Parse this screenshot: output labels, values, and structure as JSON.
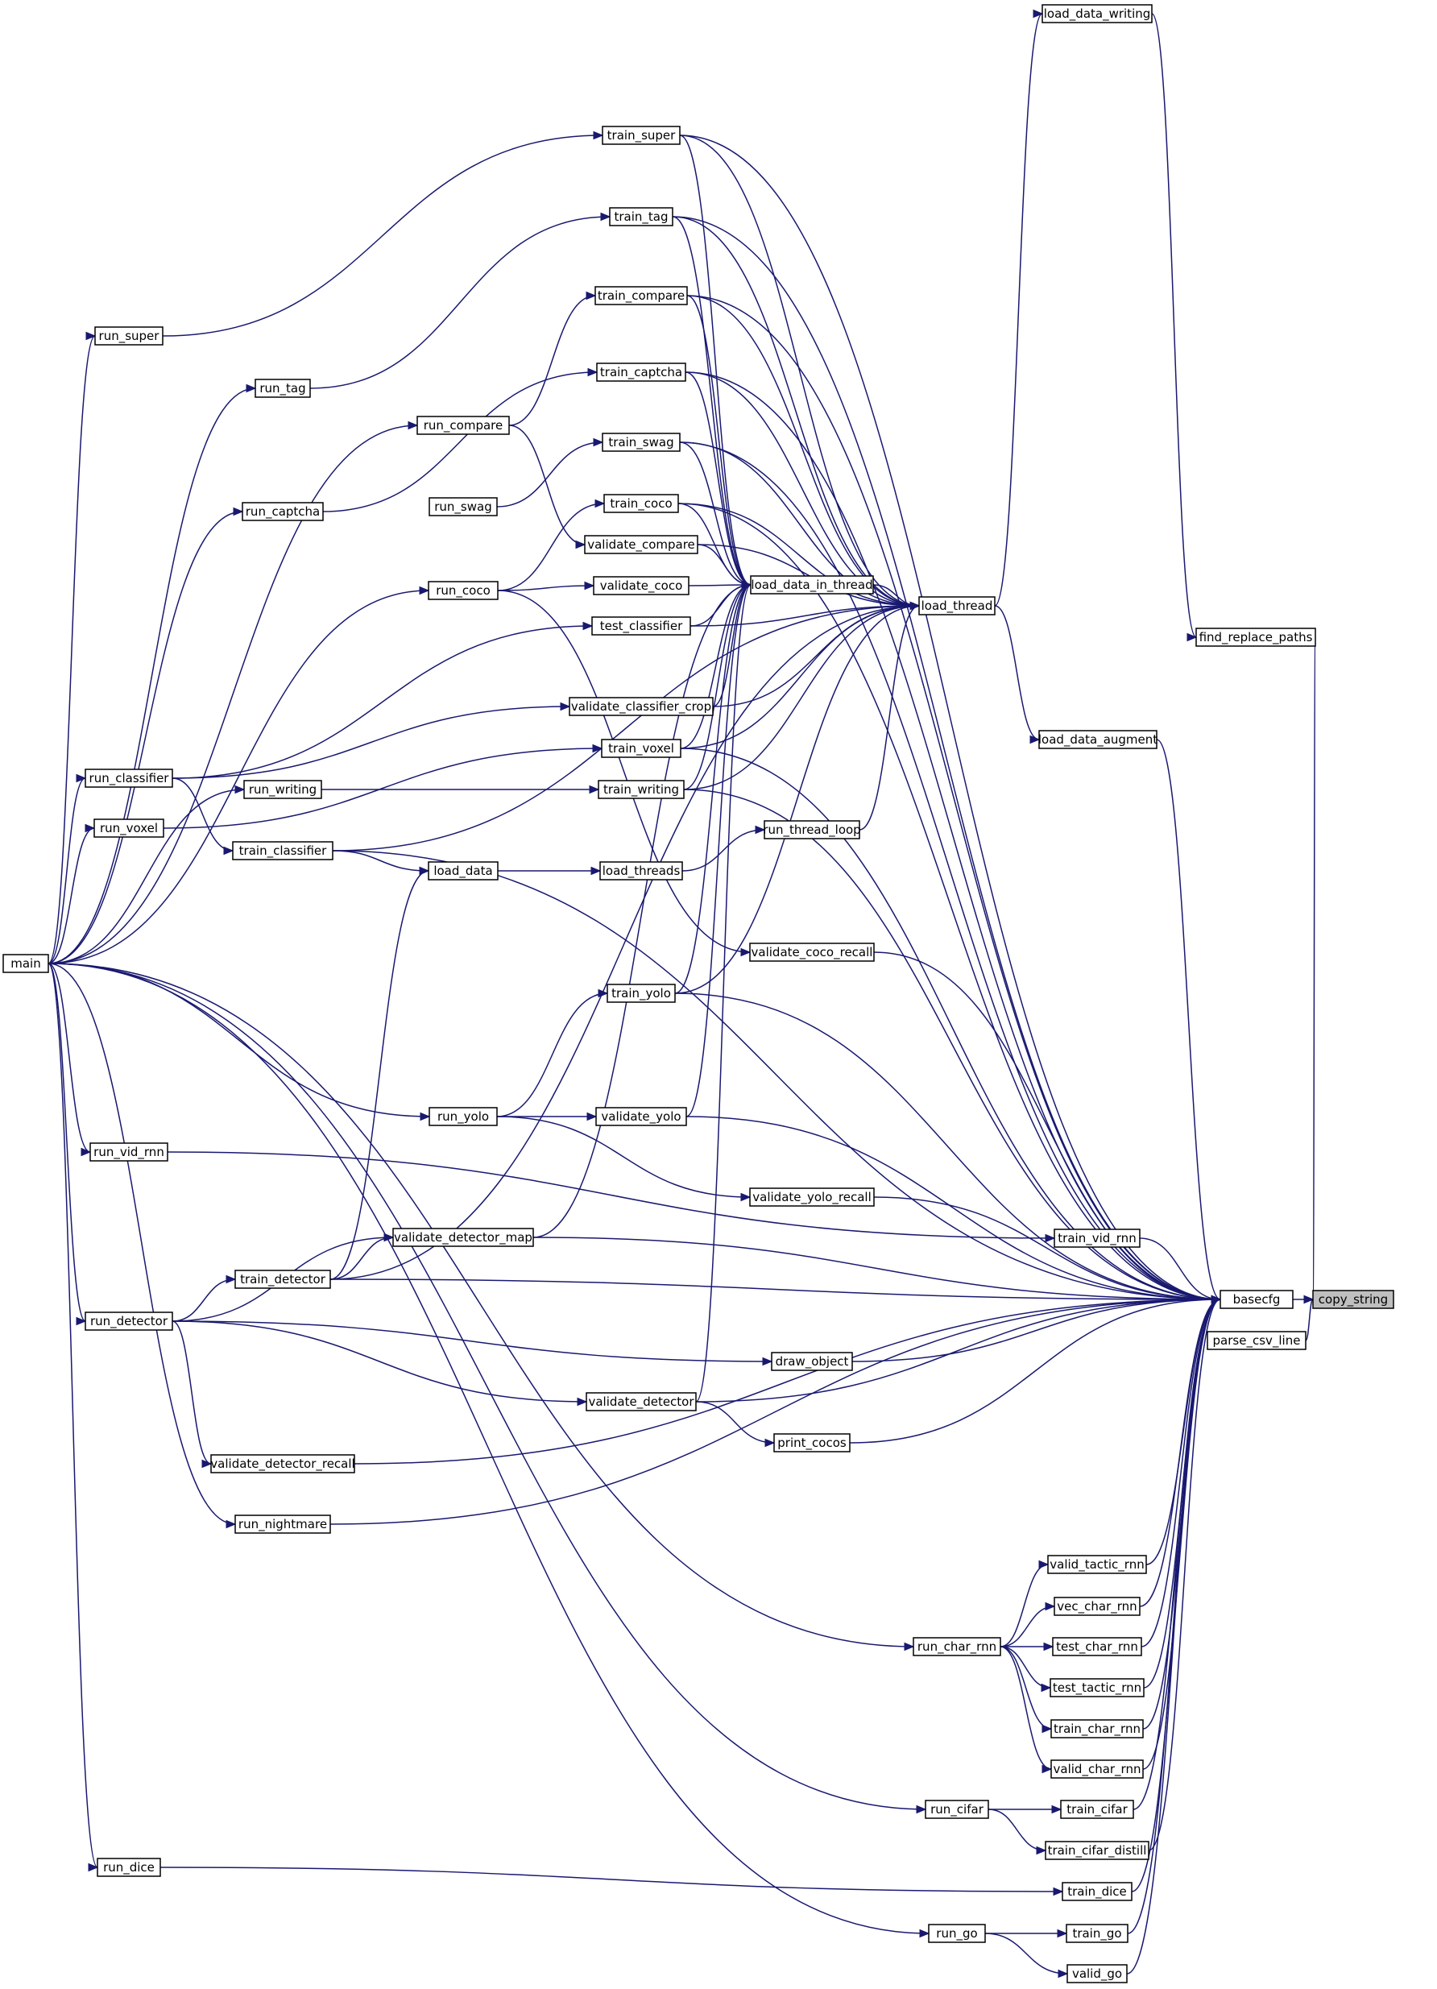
{
  "graph": {
    "title": "",
    "edge_color": "#191970",
    "highlight_color": "#bfbfbf",
    "nodes": {
      "copy_string": "copy_string",
      "basecfg": "basecfg",
      "parse_csv_line": "parse_csv_line",
      "find_replace_paths": "find_replace_paths",
      "load_data_writing": "load_data_writing",
      "load_thread": "load_thread",
      "load_data_augment": "load_data_augment",
      "load_data_in_thread": "load_data_in_thread",
      "run_thread_loop": "run_thread_loop",
      "load_threads": "load_threads",
      "load_data": "load_data",
      "train_super": "train_super",
      "train_tag": "train_tag",
      "train_compare": "train_compare",
      "train_captcha": "train_captcha",
      "train_swag": "train_swag",
      "train_coco": "train_coco",
      "validate_compare": "validate_compare",
      "validate_coco": "validate_coco",
      "test_classifier": "test_classifier",
      "validate_classifier_crop": "validate_classifier_crop",
      "train_voxel": "train_voxel",
      "train_writing": "train_writing",
      "validate_coco_recall": "validate_coco_recall",
      "train_yolo": "train_yolo",
      "validate_yolo": "validate_yolo",
      "validate_yolo_recall": "validate_yolo_recall",
      "train_vid_rnn": "train_vid_rnn",
      "validate_detector_map": "validate_detector_map",
      "train_detector": "train_detector",
      "draw_object": "draw_object",
      "validate_detector": "validate_detector",
      "print_cocos": "print_cocos",
      "validate_detector_recall": "validate_detector_recall",
      "run_nightmare": "run_nightmare",
      "valid_tactic_rnn": "valid_tactic_rnn",
      "vec_char_rnn": "vec_char_rnn",
      "test_char_rnn": "test_char_rnn",
      "test_tactic_rnn": "test_tactic_rnn",
      "train_char_rnn": "train_char_rnn",
      "valid_char_rnn": "valid_char_rnn",
      "train_cifar": "train_cifar",
      "train_cifar_distill": "train_cifar_distill",
      "train_dice": "train_dice",
      "train_go": "train_go",
      "valid_go": "valid_go",
      "run_super": "run_super",
      "run_tag": "run_tag",
      "run_compare": "run_compare",
      "run_captcha": "run_captcha",
      "run_swag": "run_swag",
      "run_coco": "run_coco",
      "run_classifier": "run_classifier",
      "run_voxel": "run_voxel",
      "run_writing": "run_writing",
      "train_classifier": "train_classifier",
      "run_yolo": "run_yolo",
      "run_vid_rnn": "run_vid_rnn",
      "run_detector": "run_detector",
      "run_char_rnn": "run_char_rnn",
      "run_cifar": "run_cifar",
      "run_dice": "run_dice",
      "run_go": "run_go",
      "main": "main"
    },
    "edges": [
      [
        "basecfg",
        "copy_string"
      ],
      [
        "parse_csv_line",
        "copy_string"
      ],
      [
        "find_replace_paths",
        "copy_string"
      ],
      [
        "load_data_writing",
        "find_replace_paths"
      ],
      [
        "load_thread",
        "load_data_writing"
      ],
      [
        "load_data_augment",
        "basecfg"
      ],
      [
        "load_thread",
        "load_data_augment"
      ],
      [
        "load_data_in_thread",
        "load_thread"
      ],
      [
        "run_thread_loop",
        "load_thread"
      ],
      [
        "load_threads",
        "run_thread_loop"
      ],
      [
        "load_data",
        "load_threads"
      ],
      [
        "train_super",
        "load_thread"
      ],
      [
        "train_super",
        "load_data_in_thread"
      ],
      [
        "train_super",
        "basecfg"
      ],
      [
        "run_super",
        "train_super"
      ],
      [
        "main",
        "run_super"
      ],
      [
        "train_tag",
        "load_thread"
      ],
      [
        "train_tag",
        "load_data_in_thread"
      ],
      [
        "train_tag",
        "basecfg"
      ],
      [
        "run_tag",
        "train_tag"
      ],
      [
        "main",
        "run_tag"
      ],
      [
        "train_compare",
        "load_thread"
      ],
      [
        "train_compare",
        "load_data_in_thread"
      ],
      [
        "train_compare",
        "basecfg"
      ],
      [
        "run_compare",
        "train_compare"
      ],
      [
        "main",
        "run_compare"
      ],
      [
        "validate_compare",
        "load_thread"
      ],
      [
        "validate_compare",
        "load_data_in_thread"
      ],
      [
        "run_compare",
        "validate_compare"
      ],
      [
        "train_captcha",
        "load_thread"
      ],
      [
        "train_captcha",
        "load_data_in_thread"
      ],
      [
        "train_captcha",
        "basecfg"
      ],
      [
        "run_captcha",
        "train_captcha"
      ],
      [
        "main",
        "run_captcha"
      ],
      [
        "train_swag",
        "load_thread"
      ],
      [
        "train_swag",
        "load_data_in_thread"
      ],
      [
        "train_swag",
        "basecfg"
      ],
      [
        "run_swag",
        "train_swag"
      ],
      [
        "train_coco",
        "load_thread"
      ],
      [
        "train_coco",
        "load_data_in_thread"
      ],
      [
        "train_coco",
        "basecfg"
      ],
      [
        "run_coco",
        "train_coco"
      ],
      [
        "main",
        "run_coco"
      ],
      [
        "validate_coco",
        "load_data_in_thread"
      ],
      [
        "run_coco",
        "validate_coco"
      ],
      [
        "validate_coco_recall",
        "basecfg"
      ],
      [
        "run_coco",
        "validate_coco_recall"
      ],
      [
        "test_classifier",
        "load_thread"
      ],
      [
        "test_classifier",
        "load_data_in_thread"
      ],
      [
        "run_classifier",
        "test_classifier"
      ],
      [
        "validate_classifier_crop",
        "load_thread"
      ],
      [
        "validate_classifier_crop",
        "load_data_in_thread"
      ],
      [
        "run_classifier",
        "validate_classifier_crop"
      ],
      [
        "train_voxel",
        "load_thread"
      ],
      [
        "train_voxel",
        "load_data_in_thread"
      ],
      [
        "train_voxel",
        "basecfg"
      ],
      [
        "run_voxel",
        "train_voxel"
      ],
      [
        "main",
        "run_voxel"
      ],
      [
        "train_writing",
        "load_thread"
      ],
      [
        "train_writing",
        "load_data_in_thread"
      ],
      [
        "train_writing",
        "basecfg"
      ],
      [
        "run_writing",
        "train_writing"
      ],
      [
        "main",
        "run_writing"
      ],
      [
        "train_classifier",
        "load_thread"
      ],
      [
        "train_classifier",
        "basecfg"
      ],
      [
        "train_classifier",
        "load_data"
      ],
      [
        "run_classifier",
        "train_classifier"
      ],
      [
        "main",
        "run_classifier"
      ],
      [
        "train_yolo",
        "load_thread"
      ],
      [
        "train_yolo",
        "load_data_in_thread"
      ],
      [
        "train_yolo",
        "basecfg"
      ],
      [
        "run_yolo",
        "train_yolo"
      ],
      [
        "main",
        "run_yolo"
      ],
      [
        "validate_yolo",
        "load_data_in_thread"
      ],
      [
        "validate_yolo",
        "basecfg"
      ],
      [
        "run_yolo",
        "validate_yolo"
      ],
      [
        "validate_yolo_recall",
        "basecfg"
      ],
      [
        "run_yolo",
        "validate_yolo_recall"
      ],
      [
        "train_vid_rnn",
        "basecfg"
      ],
      [
        "run_vid_rnn",
        "train_vid_rnn"
      ],
      [
        "main",
        "run_vid_rnn"
      ],
      [
        "validate_detector_map",
        "load_data_in_thread"
      ],
      [
        "validate_detector_map",
        "basecfg"
      ],
      [
        "train_detector",
        "validate_detector_map"
      ],
      [
        "run_detector",
        "validate_detector_map"
      ],
      [
        "train_detector",
        "load_thread"
      ],
      [
        "train_detector",
        "basecfg"
      ],
      [
        "train_detector",
        "load_data"
      ],
      [
        "run_detector",
        "train_detector"
      ],
      [
        "main",
        "run_detector"
      ],
      [
        "draw_object",
        "basecfg"
      ],
      [
        "run_detector",
        "draw_object"
      ],
      [
        "validate_detector",
        "load_data_in_thread"
      ],
      [
        "validate_detector",
        "basecfg"
      ],
      [
        "run_detector",
        "validate_detector"
      ],
      [
        "print_cocos",
        "basecfg"
      ],
      [
        "validate_detector",
        "print_cocos"
      ],
      [
        "validate_detector_recall",
        "basecfg"
      ],
      [
        "run_detector",
        "validate_detector_recall"
      ],
      [
        "run_nightmare",
        "basecfg"
      ],
      [
        "main",
        "run_nightmare"
      ],
      [
        "valid_tactic_rnn",
        "basecfg"
      ],
      [
        "vec_char_rnn",
        "basecfg"
      ],
      [
        "test_char_rnn",
        "basecfg"
      ],
      [
        "test_tactic_rnn",
        "basecfg"
      ],
      [
        "train_char_rnn",
        "basecfg"
      ],
      [
        "valid_char_rnn",
        "basecfg"
      ],
      [
        "run_char_rnn",
        "valid_tactic_rnn"
      ],
      [
        "run_char_rnn",
        "vec_char_rnn"
      ],
      [
        "run_char_rnn",
        "test_char_rnn"
      ],
      [
        "run_char_rnn",
        "test_tactic_rnn"
      ],
      [
        "run_char_rnn",
        "train_char_rnn"
      ],
      [
        "run_char_rnn",
        "valid_char_rnn"
      ],
      [
        "main",
        "run_char_rnn"
      ],
      [
        "train_cifar",
        "basecfg"
      ],
      [
        "train_cifar_distill",
        "basecfg"
      ],
      [
        "run_cifar",
        "train_cifar"
      ],
      [
        "run_cifar",
        "train_cifar_distill"
      ],
      [
        "main",
        "run_cifar"
      ],
      [
        "train_dice",
        "basecfg"
      ],
      [
        "run_dice",
        "train_dice"
      ],
      [
        "main",
        "run_dice"
      ],
      [
        "train_go",
        "basecfg"
      ],
      [
        "valid_go",
        "basecfg"
      ],
      [
        "run_go",
        "train_go"
      ],
      [
        "run_go",
        "valid_go"
      ],
      [
        "main",
        "run_go"
      ]
    ]
  }
}
